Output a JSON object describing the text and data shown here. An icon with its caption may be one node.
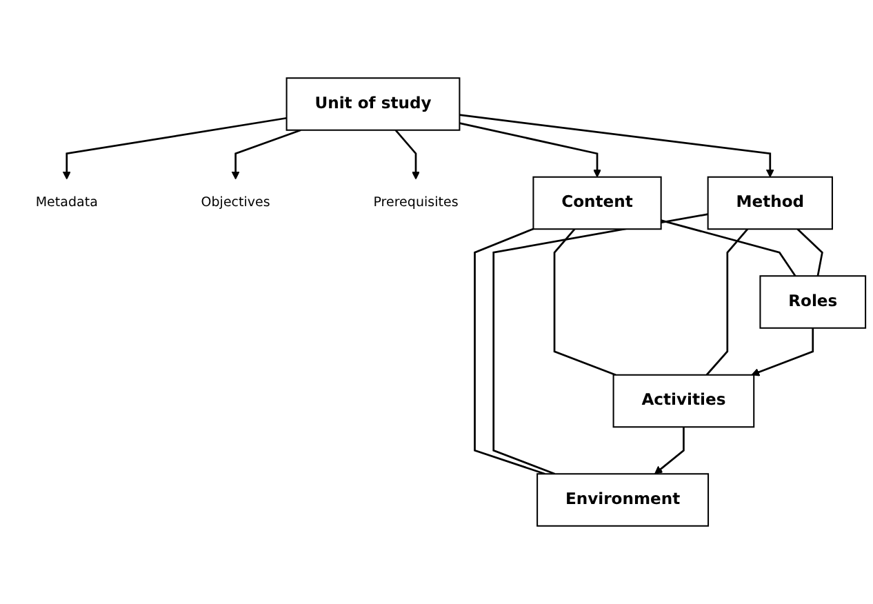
{
  "diagram": {
    "nodes": [
      {
        "text": [
          "Unit of study"
        ]
      },
      {
        "text": [
          "Metadata"
        ]
      },
      {
        "text": [
          "Objectives"
        ]
      },
      {
        "text": [
          "Prerequisites"
        ]
      },
      {
        "text": [
          "Content"
        ]
      },
      {
        "text": [
          "Method"
        ]
      },
      {
        "text": [
          "Roles"
        ]
      },
      {
        "text": [
          "Activities"
        ]
      },
      {
        "text": [
          "Environment"
        ]
      }
    ],
    "edges": [
      {
        "from": 0,
        "to": 1,
        "arrow": "to"
      },
      {
        "from": 0,
        "to": 2,
        "arrow": "to"
      },
      {
        "from": 0,
        "to": 3,
        "arrow": "to"
      },
      {
        "from": 0,
        "to": 4,
        "arrow": "to"
      },
      {
        "from": 0,
        "to": 5,
        "arrow": "to"
      },
      {
        "from": 4,
        "to": 6,
        "arrow": "none"
      },
      {
        "from": 4,
        "to": 7,
        "arrow": "none"
      },
      {
        "from": 4,
        "to": 8,
        "arrow": "none"
      },
      {
        "from": 5,
        "to": 6,
        "arrow": "none"
      },
      {
        "from": 5,
        "to": 7,
        "arrow": "none"
      },
      {
        "from": 5,
        "to": 8,
        "arrow": "none"
      },
      {
        "from": 6,
        "to": 7,
        "arrow": "to"
      },
      {
        "from": 7,
        "to": 8,
        "arrow": "to"
      }
    ]
  }
}
